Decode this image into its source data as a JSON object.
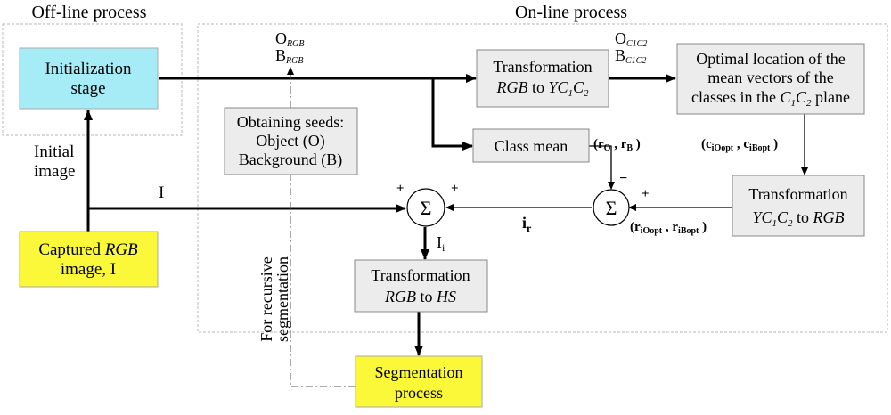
{
  "sections": {
    "offline": "Off-line process",
    "online": "On-line process"
  },
  "blocks": {
    "init": [
      "Initialization",
      "stage"
    ],
    "captured": {
      "prefix": "Captured ",
      "rgb": "RGB",
      "line2": "image, I"
    },
    "seeds": [
      "Obtaining seeds:",
      "Object (O)",
      "Background (B)"
    ],
    "trans1": {
      "line1": "Transformation",
      "line2_a": "RGB",
      "line2_b": " to ",
      "line2_c": "YC",
      "sub1": "1",
      "line2_d": "C",
      "sub2": "2"
    },
    "optimal": {
      "line1": "Optimal location of the",
      "line2": "mean vectors of  the",
      "line3_a": "classes in the ",
      "line3_b": "C",
      "sub1": "1",
      "line3_c": "C",
      "sub2": "2",
      "line3_d": " plane"
    },
    "classmean": "Class mean",
    "trans2": {
      "line1": "Transformation",
      "l2_a": "YC",
      "sub1": "1",
      "l2_b": "C",
      "sub2": "2",
      "l2_c": " to ",
      "l2_d": "RGB"
    },
    "trans3": {
      "line1": "Transformation",
      "l2_a": "RGB",
      "l2_b": " to ",
      "l2_c": "HS"
    },
    "segmentation": [
      "Segmentation",
      "process"
    ]
  },
  "labels": {
    "initial_image": [
      "Initial",
      "image"
    ],
    "I": "I",
    "O_rgb": {
      "base": "O",
      "sub": "RGB"
    },
    "B_rgb": {
      "base": "B",
      "sub": "RGB"
    },
    "O_c": {
      "base": "O",
      "sub": "C1C2"
    },
    "B_c": {
      "base": "B",
      "sub": "C1C2"
    },
    "r_pair": {
      "open": "(",
      "r1": "r",
      "s1": "O",
      "comma": " , ",
      "r2": "r",
      "s2": "B",
      "close": " )"
    },
    "c_pair": {
      "open": "(",
      "c1": "c",
      "s1": "iOopt",
      "comma": " , ",
      "c2": "c",
      "s2": "iBopt",
      "close": " )"
    },
    "ropt_pair": {
      "open": "(",
      "r1": "r",
      "s1": "iOopt",
      "comma": " , ",
      "r2": "r",
      "s2": "iBopt",
      "close": " )"
    },
    "ir": {
      "base": "i",
      "sub": "r"
    },
    "Ii": {
      "base": "I",
      "sub": "i"
    },
    "recursive": [
      "For  recursive",
      "segmentation"
    ],
    "sigma": "Σ",
    "plus": "+",
    "minus": "−"
  },
  "colors": {
    "init_fill": "#a6ecf6",
    "captured_fill": "#fbf83a",
    "segmentation_fill": "#fbf83a",
    "block_fill": "#ececec",
    "dash_border": "#b5b5b5"
  }
}
